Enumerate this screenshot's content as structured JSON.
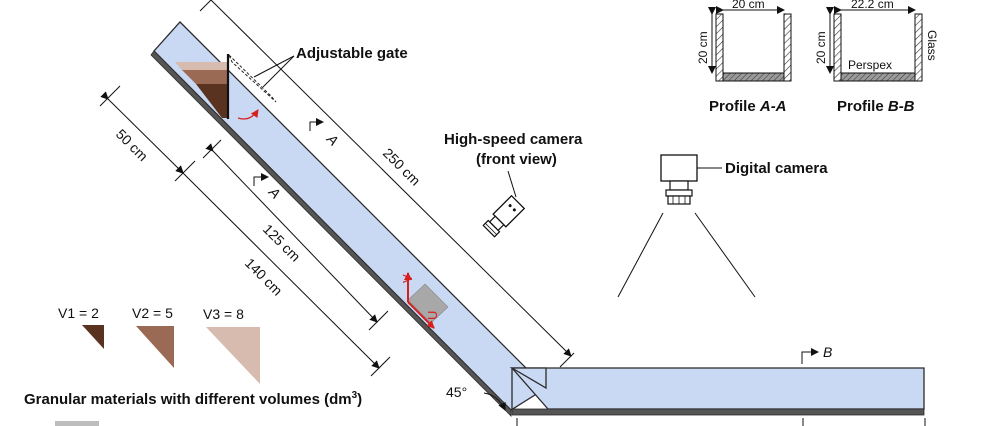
{
  "labels": {
    "adjustable_gate": "Adjustable gate",
    "dim_250": "250 cm",
    "dim_50": "50 cm",
    "dim_125": "125 cm",
    "dim_140": "140 cm",
    "section_a_upper": "A",
    "section_a_lower": "A",
    "section_b": "B",
    "high_speed_camera_line1": "High-speed camera",
    "high_speed_camera_line2": "(front view)",
    "digital_camera": "Digital camera",
    "v_vector": "V",
    "u_vector": "U",
    "angle": "45°"
  },
  "profiles": {
    "a": {
      "width": "20 cm",
      "height": "20 cm",
      "caption_prefix": "Profile ",
      "caption_id": "A-A"
    },
    "b": {
      "width": "22.2 cm",
      "height": "20 cm",
      "material_inner": "Perspex",
      "material_wall": "Glass",
      "caption_prefix": "Profile ",
      "caption_id": "B-B"
    }
  },
  "volumes": {
    "v1": "V1 = 2",
    "v2": "V2 = 5",
    "v3": "V3 = 8",
    "caption": "Granular materials with different volumes (dm",
    "caption_unit_exp": "3",
    "caption_close": ")"
  },
  "colors": {
    "flume_fill": "#c9d9f3",
    "flume_edge": "#2b2b2b",
    "base_plate": "#555555",
    "v1_fill": "#5a3320",
    "v2_fill": "#9a6a55",
    "v3_fill": "#d6bbae",
    "vector_red": "#d62020"
  }
}
